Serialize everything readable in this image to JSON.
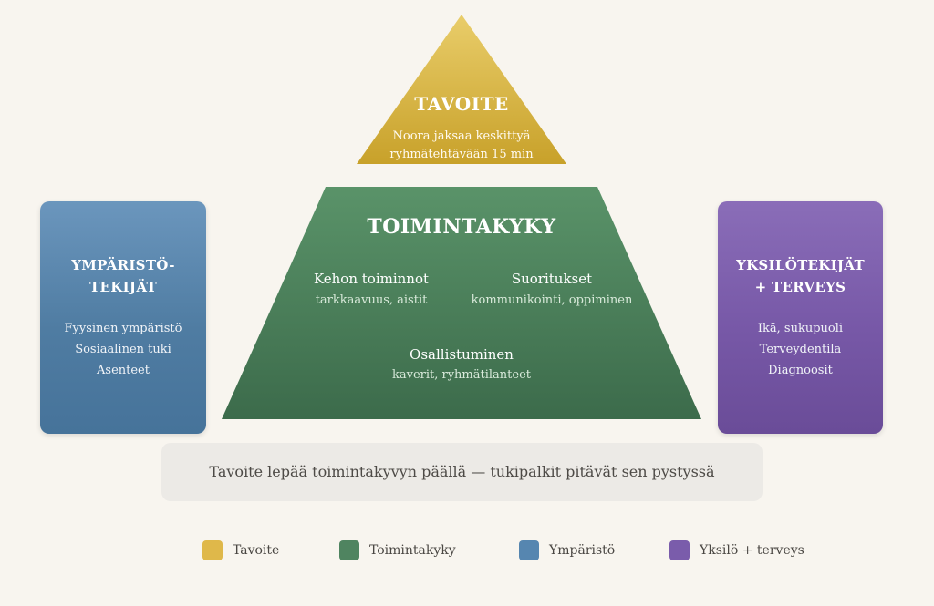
{
  "goal": {
    "title": "TAVOITE",
    "line1": "Noora jaksaa keskittyä",
    "line2": "ryhmätehtävään 15 min"
  },
  "functioning": {
    "title": "TOIMINTAKYKY",
    "body_functions": {
      "title": "Kehon toiminnot",
      "detail": "tarkkaavuus, aistit"
    },
    "activities": {
      "title": "Suoritukset",
      "detail": "kommunikointi, oppiminen"
    },
    "participation": {
      "title": "Osallistuminen",
      "detail": "kaverit, ryhmätilanteet"
    }
  },
  "environment": {
    "title_line1": "YMPÄRISTÖ-",
    "title_line2": "TEKIJÄT",
    "items": [
      "Fyysinen ympäristö",
      "Sosiaalinen tuki",
      "Asenteet"
    ]
  },
  "individual": {
    "title_line1": "YKSILÖTEKIJÄT",
    "title_line2": "+ TERVEYS",
    "items": [
      "Ikä, sukupuoli",
      "Terveydentila",
      "Diagnoosit"
    ]
  },
  "caption": "Tavoite lepää toimintakyvyn päällä — tukipalkit pitävät sen pystyssä",
  "legend": [
    {
      "label": "Tavoite",
      "color": "#dfb84a"
    },
    {
      "label": "Toimintakyky",
      "color": "#4f8460"
    },
    {
      "label": "Ympäristö",
      "color": "#5686b0"
    },
    {
      "label": "Yksilö + terveys",
      "color": "#7a5cab"
    }
  ]
}
